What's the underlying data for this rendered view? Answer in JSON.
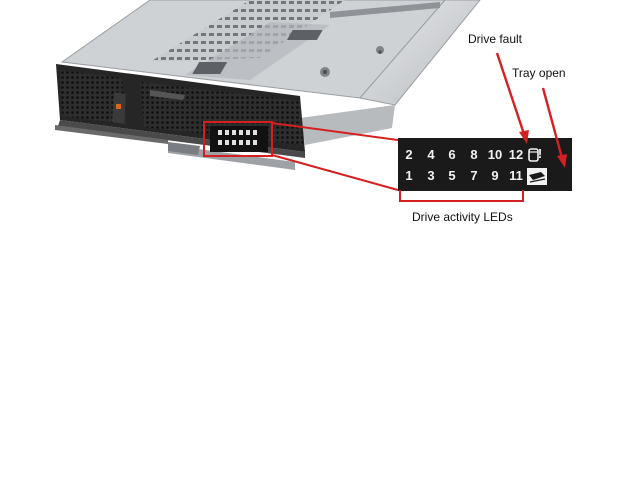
{
  "callouts": {
    "drive_fault": "Drive  fault",
    "tray_open": "Tray  open",
    "drive_activity": "Drive  activity LEDs"
  },
  "led_panel": {
    "top_row": [
      "2",
      "4",
      "6",
      "8",
      "10",
      "12"
    ],
    "bottom_row": [
      "1",
      "3",
      "5",
      "7",
      "9",
      "11"
    ],
    "fault_symbol": "!",
    "icons": [
      "drive-fault-icon",
      "tray-open-icon"
    ]
  },
  "colors": {
    "callout_red": "#d42020",
    "panel_black": "#1a1a1a",
    "led_text": "#f2f2f2",
    "chassis_silver": "#d4d6d8",
    "bezel_black": "#2a2a2a"
  }
}
